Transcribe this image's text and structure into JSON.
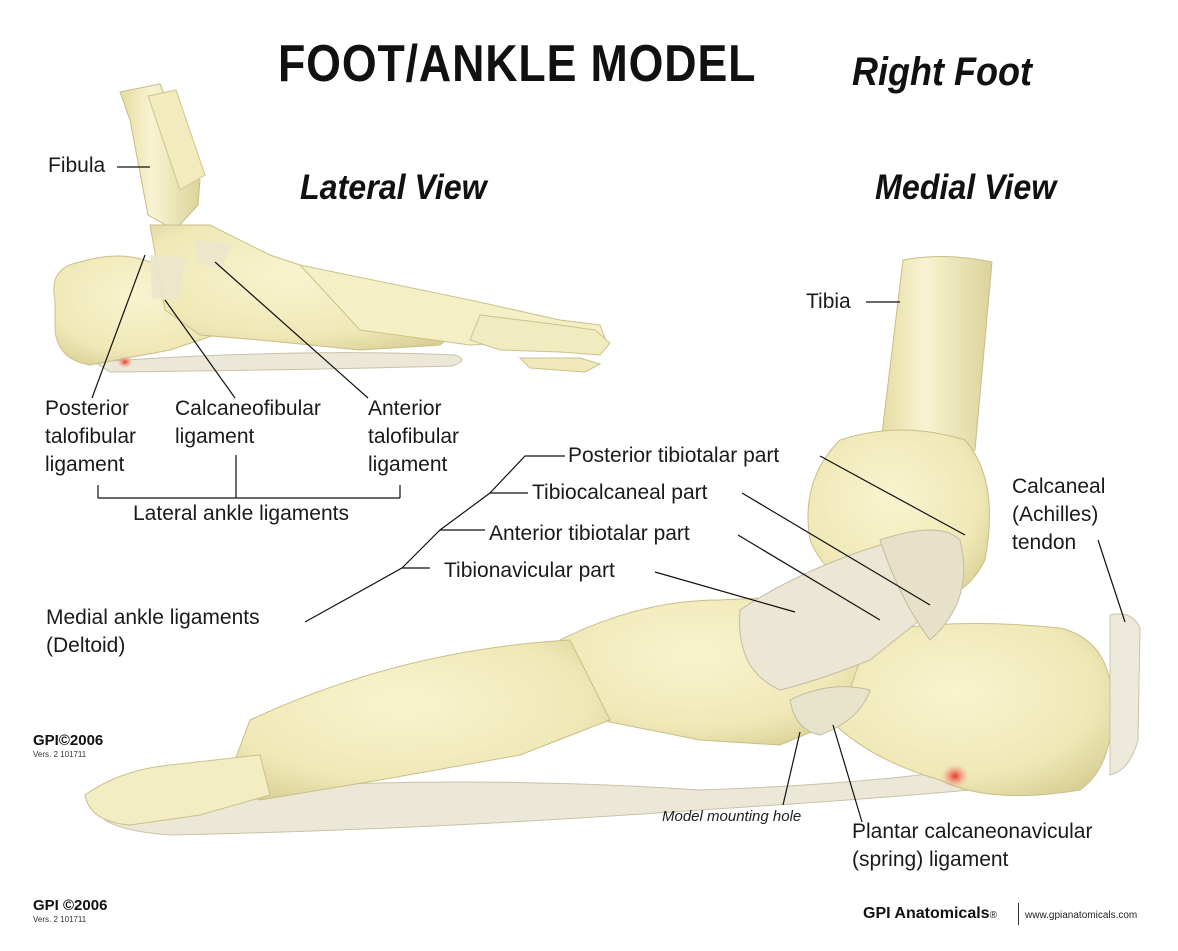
{
  "header": {
    "title": "FOOT/ANKLE MODEL",
    "subtitle": "Right Foot"
  },
  "views": {
    "lateral": "Lateral View",
    "medial": "Medial View"
  },
  "lateral_labels": {
    "fibula": "Fibula",
    "posterior_talofibular": "Posterior\ntalofibular\nligament",
    "calcaneofibular": "Calcaneofibular\nligament",
    "anterior_talofibular": "Anterior\ntalofibular\nligament",
    "group": "Lateral ankle ligaments"
  },
  "medial_labels": {
    "tibia": "Tibia",
    "posterior_tibiotalar": "Posterior tibiotalar part",
    "tibiocalcaneal": "Tibiocalcaneal part",
    "anterior_tibiotalar": "Anterior tibiotalar part",
    "tibionavicular": "Tibionavicular part",
    "deltoid": "Medial ankle ligaments\n(Deltoid)",
    "achilles": "Calcaneal\n(Achilles)\ntendon",
    "mounting_hole": "Model mounting hole",
    "spring": "Plantar calcaneonavicular\n(spring) ligament"
  },
  "footer": {
    "copyright_mid": "GPI©2006",
    "version_mid": "Vers. 2 101711",
    "copyright_bottom": "GPI ©2006",
    "version_bottom": "Vers. 2 101711",
    "brand": "GPI Anatomicals",
    "brand_mark": "®",
    "website": "www.gpianatomicals.com"
  },
  "colors": {
    "bone": "#f3eebf",
    "bone_shade": "#d8d09a",
    "ligament": "#ede9d8",
    "accent_red": "#e8342a"
  }
}
